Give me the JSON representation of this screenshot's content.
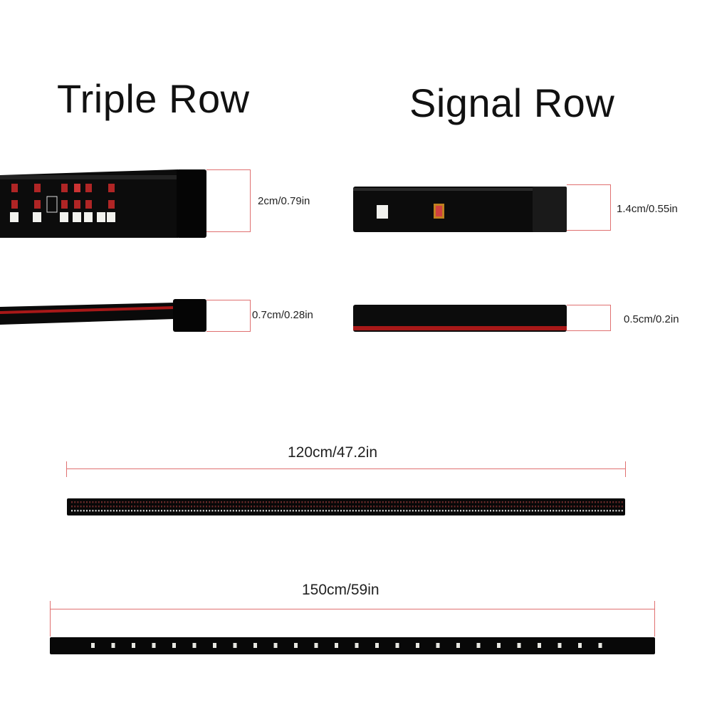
{
  "titles": {
    "triple_row": "Triple Row",
    "signal_row": "Signal Row"
  },
  "dimensions": {
    "triple_width": "2cm/0.79in",
    "triple_thickness": "0.7cm/0.28in",
    "signal_width": "1.4cm/0.55in",
    "signal_thickness": "0.5cm/0.2in"
  },
  "lengths": {
    "triple_length": "120cm/47.2in",
    "signal_length": "150cm/59in"
  },
  "colors": {
    "strip_body": "#0a0a0a",
    "wire_red": "#b01818",
    "dimension_line": "#e07070",
    "led_white": "#f4f4f0",
    "led_red": "#c03030"
  }
}
